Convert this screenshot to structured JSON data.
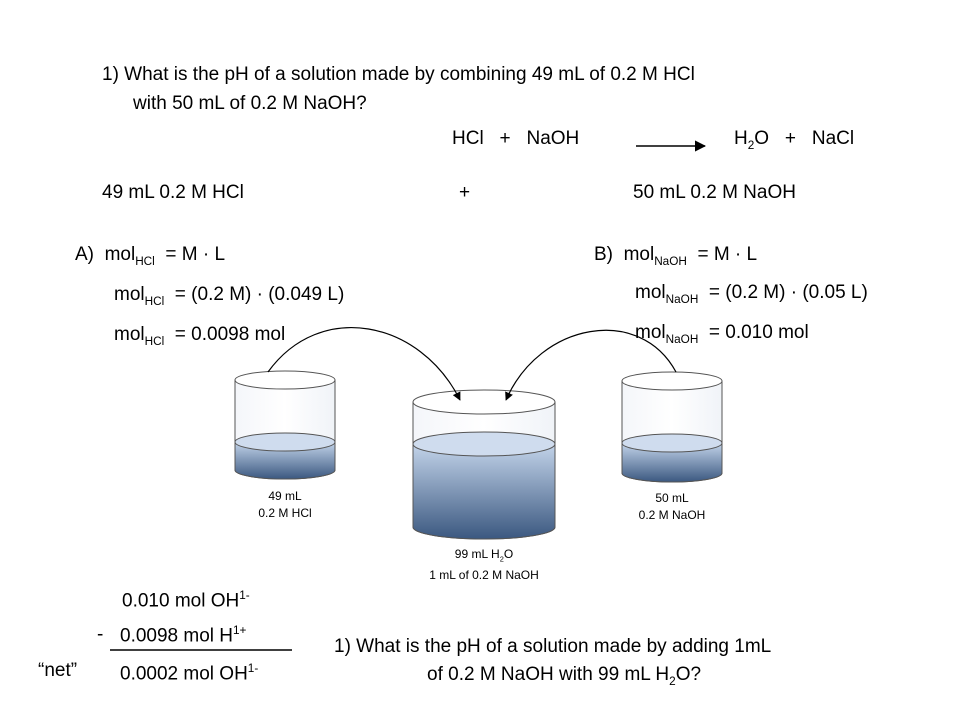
{
  "q1": {
    "line1": "1)  What is the pH of a solution made by combining 49 mL of 0.2 M HCl",
    "line2": "with 50 mL of 0.2 M NaOH?"
  },
  "equation": {
    "reactant1": "HCl",
    "plus1": "+",
    "reactant2": "NaOH",
    "product1_pre": "H",
    "product1_sub": "2",
    "product1_post": "O",
    "plus2": "+",
    "product2": "NaCl"
  },
  "mix": {
    "left": "49 mL 0.2 M HCl",
    "plus": "+",
    "right": "50 mL 0.2 M NaOH"
  },
  "calcA": {
    "label": "A)",
    "mol": "mol",
    "sub": "HCl",
    "eq1_rhs": "=  M · L",
    "eq2_rhs": "=  (0.2 M) · (0.049 L)",
    "eq3_rhs": "=  0.0098 mol"
  },
  "calcB": {
    "label": "B)",
    "mol": "mol",
    "sub": "NaOH",
    "eq1_rhs": "=  M · L",
    "eq2_rhs": "=  (0.2 M) · (0.05 L)",
    "eq3_rhs": "=  0.010 mol"
  },
  "beakers": {
    "left_line1": "49 mL",
    "left_line2": "0.2 M HCl",
    "center_line1_pre": "99 mL H",
    "center_line1_sub": "2",
    "center_line1_post": "O",
    "center_line2": "1 mL of 0.2 M NaOH",
    "right_line1": "50 mL",
    "right_line2": "0.2 M NaOH"
  },
  "net": {
    "oh_value": "0.010 mol OH",
    "oh_sup": "1-",
    "minus": "-",
    "h_value": "0.0098 mol H",
    "h_sup": "1+",
    "net_label": "“net”",
    "result_value": "0.0002 mol OH",
    "result_sup": "1-"
  },
  "q2": {
    "line1": "1)  What is the pH of a solution made by adding 1mL",
    "line2_pre": "of 0.2 M NaOH with 99 mL H",
    "line2_sub": "2",
    "line2_post": "O?"
  },
  "colors": {
    "liquid_top": "#b9cce6",
    "liquid_bottom": "#3b5880",
    "ink": "#000000"
  }
}
